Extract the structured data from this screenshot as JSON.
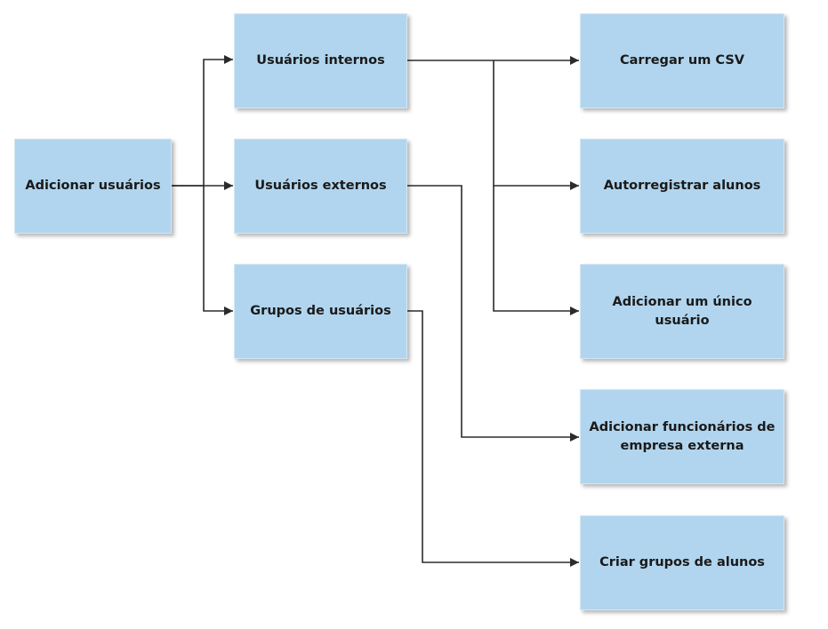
{
  "nodes": {
    "root": "Adicionar usuários",
    "internal_users": "Usuários internos",
    "external_users": "Usuários externos",
    "user_groups": "Grupos de usuários",
    "upload_csv": "Carregar um CSV",
    "self_register": "Autorregistrar alunos",
    "add_single_user": "Adicionar um único usuário",
    "add_external_employees": "Adicionar funcionários de empresa externa",
    "create_student_groups": "Criar grupos de alunos"
  },
  "edges": [
    {
      "from": "Adicionar usuários",
      "to": "Usuários internos"
    },
    {
      "from": "Adicionar usuários",
      "to": "Usuários externos"
    },
    {
      "from": "Adicionar usuários",
      "to": "Grupos de usuários"
    },
    {
      "from": "Usuários internos",
      "to": "Carregar um CSV"
    },
    {
      "from": "Usuários internos",
      "to": "Autorregistrar alunos"
    },
    {
      "from": "Usuários internos",
      "to": "Adicionar um único usuário"
    },
    {
      "from": "Usuários externos",
      "to": "Adicionar funcionários de empresa externa"
    },
    {
      "from": "Grupos de usuários",
      "to": "Criar grupos de alunos"
    }
  ],
  "colors": {
    "node_fill": "#b1d5ee",
    "connector": "#2b2b2b",
    "text": "#1a1a1a"
  }
}
